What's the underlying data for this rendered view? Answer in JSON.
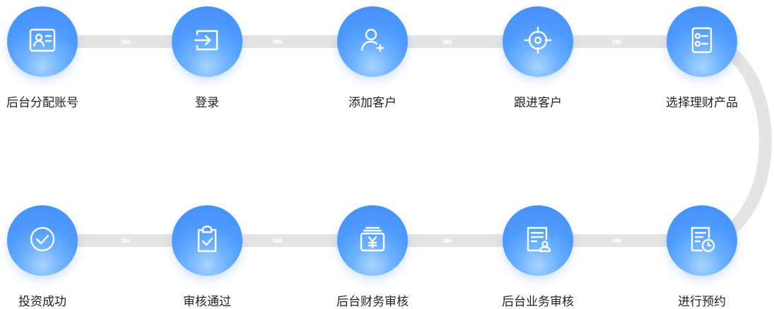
{
  "steps_row1": [
    {
      "label": "后台分配账号",
      "icon": "id-card-icon"
    },
    {
      "label": "登录",
      "icon": "login-icon"
    },
    {
      "label": "添加客户",
      "icon": "add-user-icon"
    },
    {
      "label": "跟进客户",
      "icon": "target-icon"
    },
    {
      "label": "选择理财产品",
      "icon": "checklist-icon"
    }
  ],
  "steps_row2": [
    {
      "label": "投资成功",
      "icon": "check-circle-icon"
    },
    {
      "label": "审核通过",
      "icon": "clipboard-check-icon"
    },
    {
      "label": "后台财务审核",
      "icon": "yuan-money-icon"
    },
    {
      "label": "后台业务审核",
      "icon": "document-user-icon"
    },
    {
      "label": "进行预约",
      "icon": "schedule-document-icon"
    }
  ],
  "colors": {
    "circle": "#4f9cff",
    "track": "#e4e4e4",
    "text": "#222222"
  },
  "arrow_glyph": "»»"
}
